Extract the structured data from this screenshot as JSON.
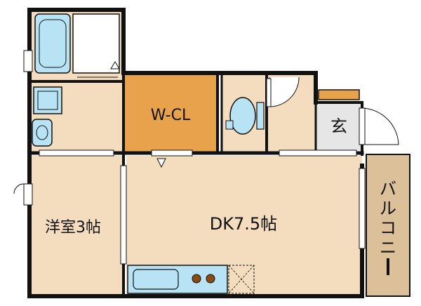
{
  "colors": {
    "floor": "#f4ddbe",
    "closet": "#e9a24c",
    "balcony": "#dcc09a",
    "fixture": "#b7e3f4",
    "entry": "#e6e6e6",
    "wall": "#111111"
  },
  "rooms": {
    "wcl": "W-CL",
    "entrance": "玄",
    "bedroom": "洋室3帖",
    "dk": "DK7.5帖",
    "balcony": [
      "バ",
      "ル",
      "コ",
      "ニ",
      "ー"
    ]
  }
}
